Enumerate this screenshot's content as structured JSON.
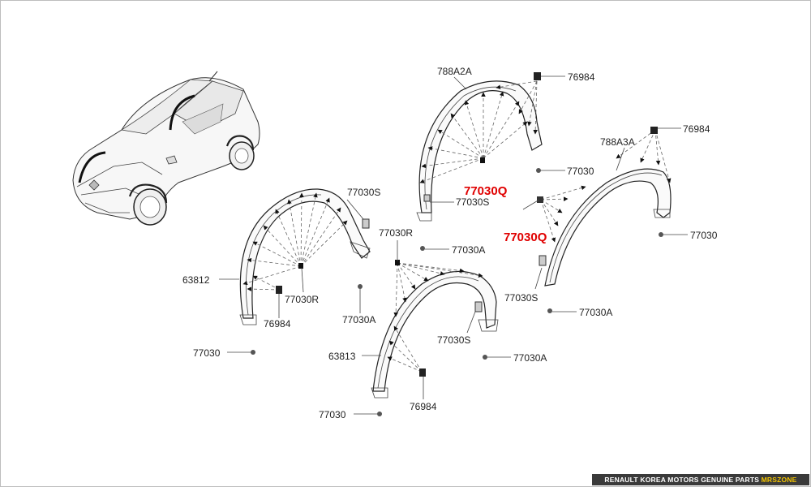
{
  "colors": {
    "highlight": "#e00000",
    "footer_bg": "#3a3a3a",
    "footer_brand": "#f2c300"
  },
  "labels": {
    "a_788A2A": "788A2A",
    "a_76984_top": "76984",
    "a_77030_mid": "77030",
    "a_77030S_mid": "77030S",
    "a_77030Q_1": "77030Q",
    "a_77030A_mid": "77030A",
    "b_788A3A": "788A3A",
    "b_76984": "76984",
    "b_77030": "77030",
    "b_77030Q_2": "77030Q",
    "b_77030S": "77030S",
    "b_77030A": "77030A",
    "c_77030S": "77030S",
    "c_63812": "63812",
    "c_77030R": "77030R",
    "c_76984": "76984",
    "c_77030A": "77030A",
    "c_77030": "77030",
    "d_77030R": "77030R",
    "d_77030S": "77030S",
    "d_77030A": "77030A",
    "d_63813": "63813",
    "d_76984": "76984",
    "d_77030": "77030"
  },
  "footer": {
    "text": "RENAULT KOREA MOTORS GENUINE PARTS ",
    "brand": "MRSZONE"
  }
}
